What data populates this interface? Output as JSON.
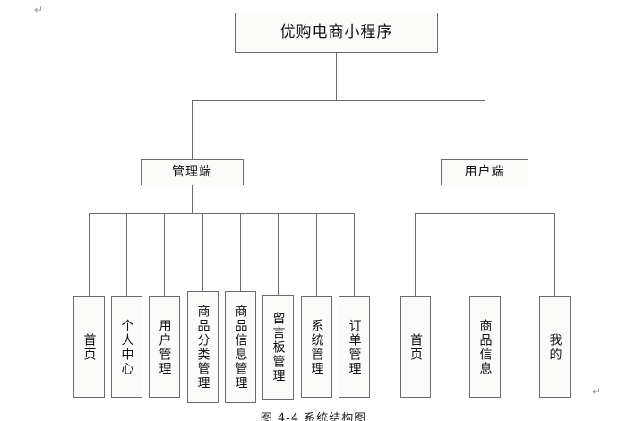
{
  "diagram": {
    "type": "tree",
    "caption": "图 4-4  系统结构图",
    "root": {
      "label": "优购电商小程序"
    },
    "branches": [
      {
        "id": "admin",
        "label": "管理端",
        "leaves": [
          {
            "label": "首页"
          },
          {
            "label": "个人中心"
          },
          {
            "label": "用户管理"
          },
          {
            "label": "商品分类管理"
          },
          {
            "label": "商品信息管理"
          },
          {
            "label": "留言板管理"
          },
          {
            "label": "系统管理"
          },
          {
            "label": "订单管理"
          }
        ]
      },
      {
        "id": "user",
        "label": "用户端",
        "leaves": [
          {
            "label": "首页"
          },
          {
            "label": "商品信息"
          },
          {
            "label": "我的"
          }
        ]
      }
    ]
  },
  "artifacts": {
    "paragraph_mark_top": "↵",
    "paragraph_mark_bottom": "↵"
  },
  "colors": {
    "border": "#6b6b6b",
    "box_fill": "#fbfbfa",
    "text": "#101010",
    "page_background": "#ffffff"
  }
}
